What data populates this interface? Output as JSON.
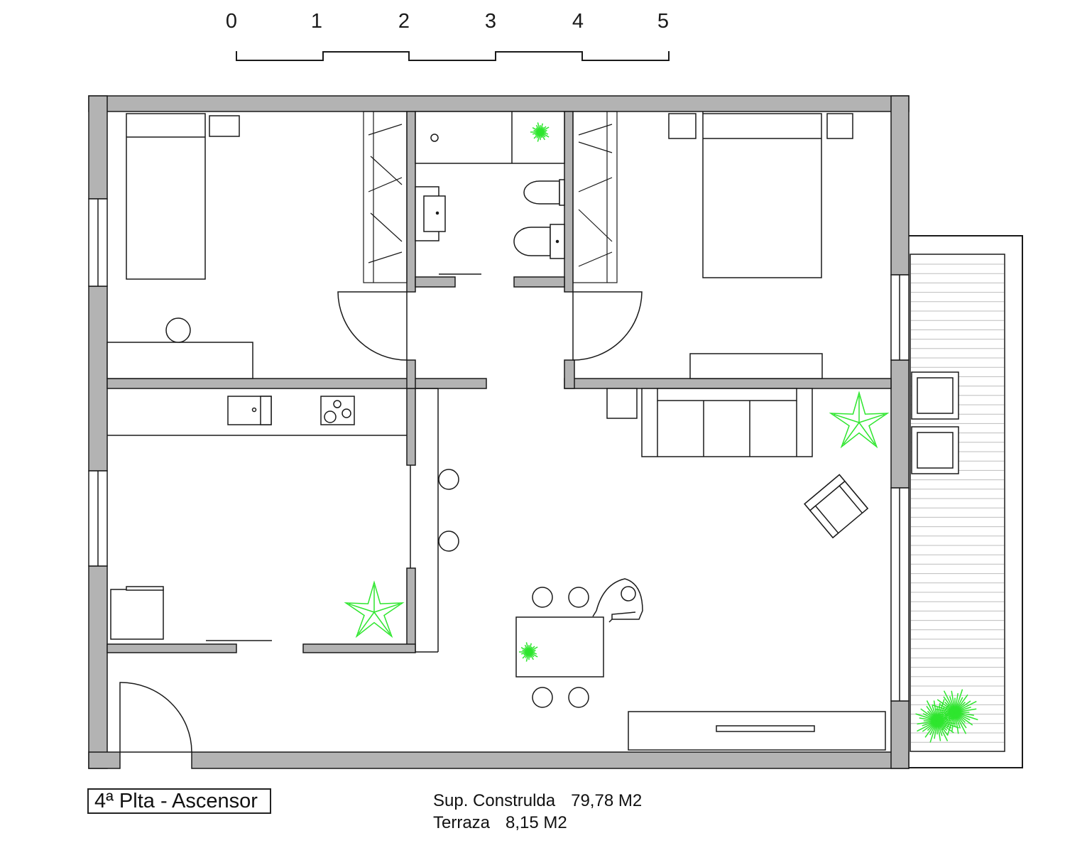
{
  "scale_bar": {
    "ticks": [
      "0",
      "1",
      "2",
      "3",
      "4",
      "5"
    ]
  },
  "floor_label": "4ª Plta - Ascensor",
  "areas": {
    "built_label": "Sup. Construlda",
    "built_value": "79,78 M2",
    "terrace_label": "Terraza",
    "terrace_value": "8,15 M2"
  },
  "colors": {
    "wall": "#b3b3b3",
    "line": "#1a1a1a",
    "plant": "#2ee62e"
  }
}
